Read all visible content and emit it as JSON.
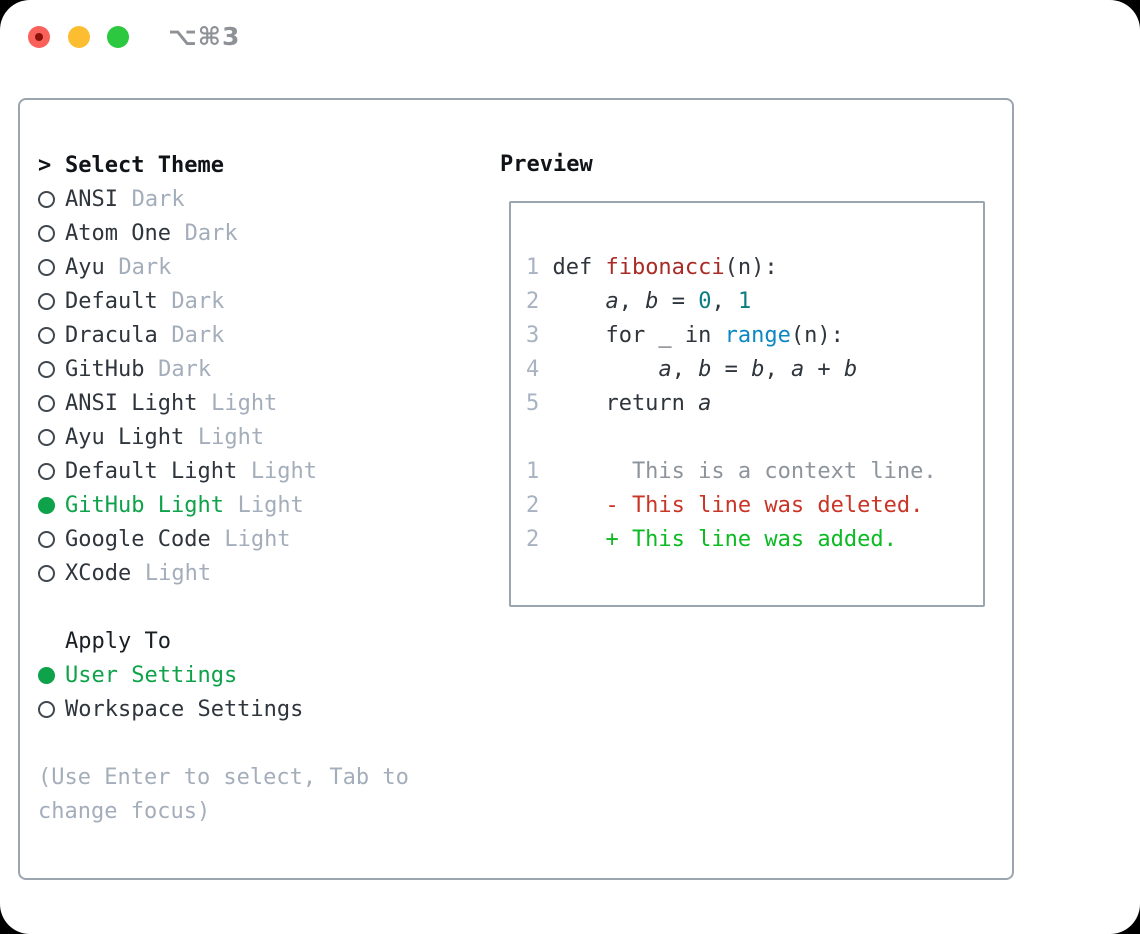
{
  "window": {
    "title": "⌥⌘3"
  },
  "titlebar": {
    "traffic_lights": [
      {
        "name": "close",
        "color": "#f9615a"
      },
      {
        "name": "minimize",
        "color": "#fcbd31"
      },
      {
        "name": "zoom",
        "color": "#2bc840"
      }
    ]
  },
  "colors": {
    "green": "#0ea24a",
    "add": "#0cba22",
    "del": "#c93526",
    "fnred": "#a82b26",
    "teal": "#0b7c80",
    "blue": "#0c87c4",
    "border": "#9aa5b0",
    "muted": "#a4aebb"
  },
  "theme_panel": {
    "header": {
      "prefix": ">",
      "label": "Select Theme"
    },
    "themes": [
      {
        "name": "ANSI",
        "variant": "Dark",
        "selected": false
      },
      {
        "name": "Atom One",
        "variant": "Dark",
        "selected": false
      },
      {
        "name": "Ayu",
        "variant": "Dark",
        "selected": false
      },
      {
        "name": "Default",
        "variant": "Dark",
        "selected": false
      },
      {
        "name": "Dracula",
        "variant": "Dark",
        "selected": false
      },
      {
        "name": "GitHub",
        "variant": "Dark",
        "selected": false
      },
      {
        "name": "ANSI Light",
        "variant": "Light",
        "selected": false
      },
      {
        "name": "Ayu Light",
        "variant": "Light",
        "selected": false
      },
      {
        "name": "Default Light",
        "variant": "Light",
        "selected": false
      },
      {
        "name": "GitHub Light",
        "variant": "Light",
        "selected": true
      },
      {
        "name": "Google Code",
        "variant": "Light",
        "selected": false
      },
      {
        "name": "XCode",
        "variant": "Light",
        "selected": false
      }
    ],
    "apply_to": {
      "label": "Apply To",
      "options": [
        {
          "name": "User Settings",
          "selected": true
        },
        {
          "name": "Workspace Settings",
          "selected": false
        }
      ]
    },
    "help": [
      "(Use Enter to select, Tab to",
      "change focus)"
    ]
  },
  "preview": {
    "title": "Preview",
    "code_lines": [
      {
        "num": "1",
        "tokens": [
          {
            "t": "def ",
            "c": "p"
          },
          {
            "t": "fibonacci",
            "c": "fn"
          },
          {
            "t": "(n):",
            "c": "p"
          }
        ]
      },
      {
        "num": "2",
        "tokens": [
          {
            "t": "    ",
            "c": "p"
          },
          {
            "t": "a",
            "c": "v"
          },
          {
            "t": ", ",
            "c": "p"
          },
          {
            "t": "b",
            "c": "v"
          },
          {
            "t": " = ",
            "c": "p"
          },
          {
            "t": "0",
            "c": "num"
          },
          {
            "t": ", ",
            "c": "p"
          },
          {
            "t": "1",
            "c": "num"
          }
        ]
      },
      {
        "num": "3",
        "tokens": [
          {
            "t": "    for _ in ",
            "c": "p"
          },
          {
            "t": "range",
            "c": "fnb"
          },
          {
            "t": "(n):",
            "c": "p"
          }
        ]
      },
      {
        "num": "4",
        "tokens": [
          {
            "t": "        ",
            "c": "p"
          },
          {
            "t": "a",
            "c": "v"
          },
          {
            "t": ", ",
            "c": "p"
          },
          {
            "t": "b",
            "c": "v"
          },
          {
            "t": " = ",
            "c": "p"
          },
          {
            "t": "b",
            "c": "v"
          },
          {
            "t": ", ",
            "c": "p"
          },
          {
            "t": "a",
            "c": "v"
          },
          {
            "t": " + ",
            "c": "p"
          },
          {
            "t": "b",
            "c": "v"
          }
        ]
      },
      {
        "num": "5",
        "tokens": [
          {
            "t": "    return ",
            "c": "p"
          },
          {
            "t": "a",
            "c": "v"
          }
        ]
      }
    ],
    "diff_lines": [
      {
        "num": "1",
        "tokens": [
          {
            "t": "      This is a context line.",
            "c": "ctx"
          }
        ]
      },
      {
        "num": "2",
        "tokens": [
          {
            "t": "    - This line was deleted.",
            "c": "del"
          }
        ]
      },
      {
        "num": "2",
        "tokens": [
          {
            "t": "    + This line was added.",
            "c": "add"
          }
        ]
      }
    ]
  }
}
